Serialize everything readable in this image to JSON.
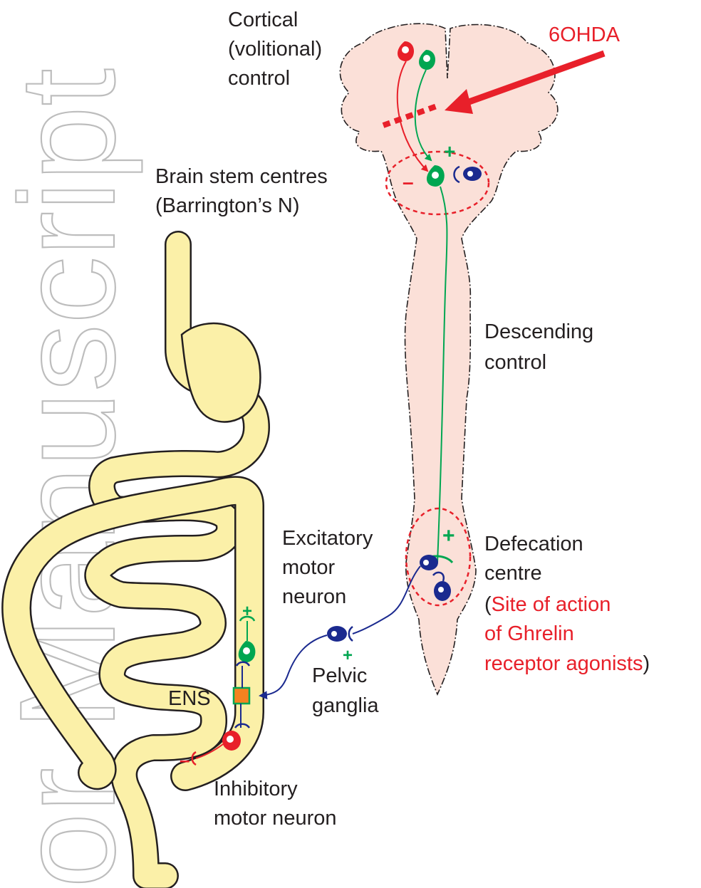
{
  "watermark": {
    "text": "or Manuscript",
    "color": "#bdbdbd"
  },
  "colors": {
    "cns_fill": "#fbe0d8",
    "gut_fill": "#fbf0a8",
    "excitatory": "#00a651",
    "inhibitory": "#e8202a",
    "autonomic": "#1b2a8f",
    "ens_box": "#f58220",
    "text": "#231f20"
  },
  "labels": {
    "cortical_1": "Cortical",
    "cortical_2": "(volitional)",
    "cortical_3": "control",
    "lesion": "6OHDA",
    "brainstem_1": "Brain stem centres",
    "brainstem_2": "(Barrington’s N)",
    "descending_1": "Descending",
    "descending_2": "control",
    "defecation_1": "Defecation",
    "defecation_2": "centre",
    "defecation_3_paren": "(",
    "defecation_3": "Site of action",
    "defecation_4": "of Ghrelin",
    "defecation_5": "receptor agonists",
    "defecation_5_paren": ")",
    "excitatory_1": "Excitatory",
    "excitatory_2": "motor",
    "excitatory_3": "neuron",
    "ens": "ENS",
    "pelvic_1": "Pelvic",
    "pelvic_2": "ganglia",
    "inhibitory_1": "Inhibitory",
    "inhibitory_2": "motor neuron"
  },
  "signs": {
    "brainstem_plus": "+",
    "brainstem_minus": "–",
    "defecation_plus": "+",
    "gut_plus": "+",
    "pelvic_plus": "+",
    "inhib_minus": "–"
  },
  "icons": [
    "neuron-cell-icon",
    "synapse-terminal-icon",
    "lesion-arrow-icon",
    "ens-square-icon"
  ]
}
